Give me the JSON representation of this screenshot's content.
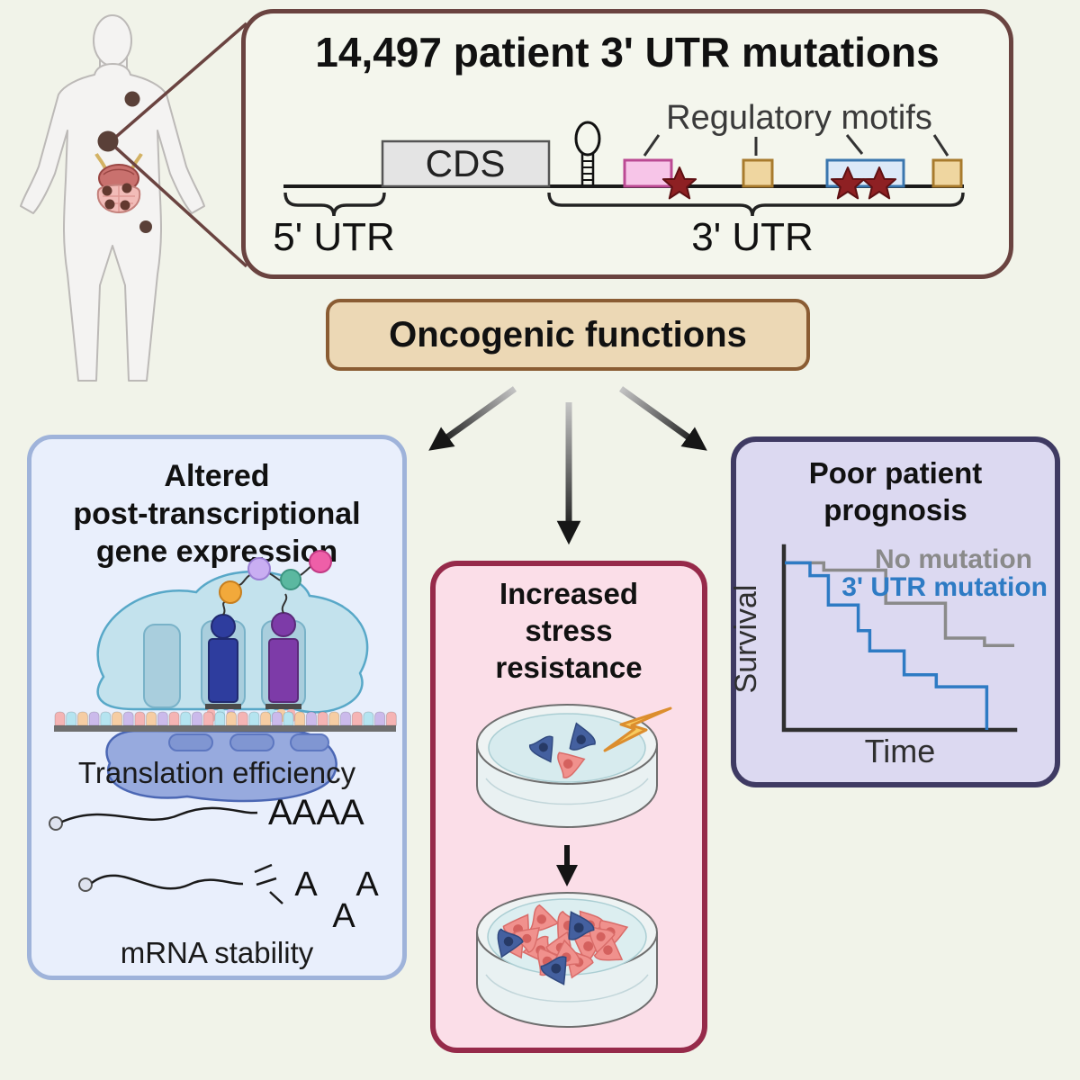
{
  "top_panel": {
    "title": "14,497 patient 3' UTR mutations",
    "cds_label": "CDS",
    "regulatory_motifs_label": "Regulatory motifs",
    "five_prime_utr_label": "5' UTR",
    "three_prime_utr_label": "3' UTR"
  },
  "oncogenic_banner": {
    "label": "Oncogenic functions"
  },
  "altered_expression_box": {
    "title_lines": [
      "Altered",
      "post-transcriptional",
      "gene expression"
    ],
    "translation_label": "Translation efficiency",
    "poly_a_tail": "AAAA",
    "released_adenines": [
      "A",
      "A",
      "A"
    ],
    "stability_label": "mRNA stability"
  },
  "stress_box": {
    "title_lines": [
      "Increased",
      "stress",
      "resistance"
    ]
  },
  "prognosis_box": {
    "title_lines": [
      "Poor patient",
      "prognosis"
    ],
    "ylabel": "Survival",
    "xlabel": "Time",
    "legend": {
      "no_mutation": "No mutation",
      "utr_mutation": "3' UTR mutation"
    }
  },
  "chart_data": {
    "type": "line",
    "subtype": "kaplan-meier-steps",
    "xlabel": "Time",
    "ylabel": "Survival",
    "xlim": [
      0,
      10
    ],
    "ylim": [
      0,
      1
    ],
    "grid": false,
    "axis_ticks": "none",
    "legend_position": "upper right",
    "series": [
      {
        "name": "No mutation",
        "color": "#8a8a8a",
        "steps_xy": [
          [
            0,
            0.91
          ],
          [
            1.7,
            0.91
          ],
          [
            1.7,
            0.87
          ],
          [
            4.4,
            0.87
          ],
          [
            4.4,
            0.69
          ],
          [
            7.0,
            0.69
          ],
          [
            7.0,
            0.5
          ],
          [
            8.7,
            0.5
          ],
          [
            8.7,
            0.46
          ],
          [
            10,
            0.46
          ]
        ]
      },
      {
        "name": "3' UTR mutation",
        "color": "#2e7bc4",
        "steps_xy": [
          [
            0,
            0.91
          ],
          [
            1.1,
            0.91
          ],
          [
            1.1,
            0.84
          ],
          [
            1.9,
            0.84
          ],
          [
            1.9,
            0.68
          ],
          [
            3.2,
            0.68
          ],
          [
            3.2,
            0.54
          ],
          [
            3.7,
            0.54
          ],
          [
            3.7,
            0.43
          ],
          [
            5.2,
            0.43
          ],
          [
            5.2,
            0.3
          ],
          [
            6.6,
            0.3
          ],
          [
            6.6,
            0.235
          ],
          [
            8.8,
            0.235
          ],
          [
            8.8,
            0.0
          ]
        ]
      }
    ]
  },
  "colors": {
    "background": "#f1f3e9",
    "top_box_border": "#6a4340",
    "oncogenic_fill": "#ecd8b5",
    "oncogenic_border": "#8a5c33",
    "left_box_fill": "#e9effc",
    "left_box_border": "#9fb3da",
    "middle_box_fill": "#fbdee8",
    "middle_box_border": "#962a4a",
    "right_box_fill": "#dcd9f1",
    "right_box_border": "#3f3a63",
    "motif_pink": "#f7c5e8",
    "motif_tan": "#efd6a0",
    "motif_blue": "#dce9f8",
    "mutation_star": "#8e2023",
    "no_mutation_curve": "#8a8a8a",
    "utr_mutation_curve": "#2e7bc4",
    "lightning": "#f8cb5f",
    "tumor_spot": "#5a4038"
  }
}
